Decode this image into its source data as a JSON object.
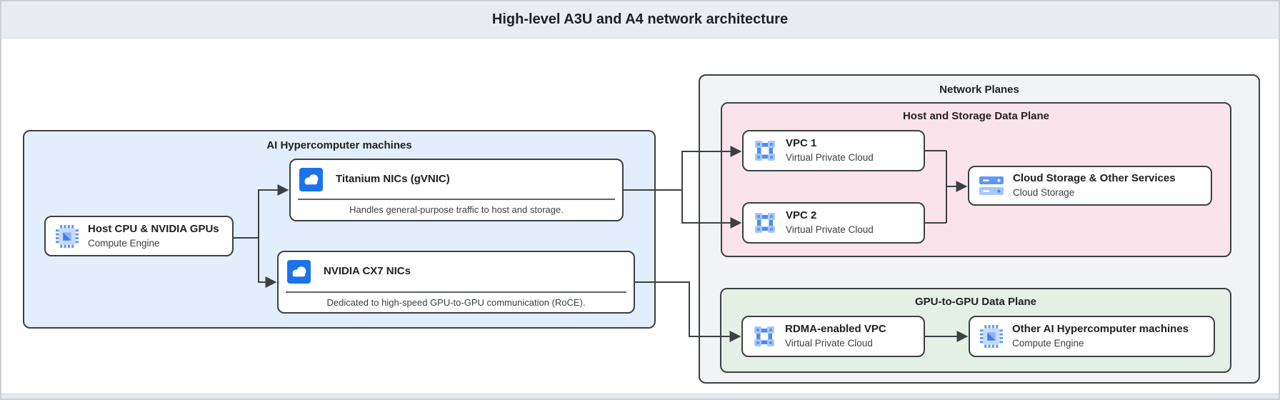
{
  "page": {
    "title": "High-level A3U and A4 network architecture"
  },
  "ai_machines": {
    "title": "AI Hypercomputer machines",
    "host": {
      "title": "Host CPU & NVIDIA GPUs",
      "subtitle": "Compute Engine"
    },
    "titanium_nic": {
      "title": "Titanium NICs (gVNIC)",
      "description": "Handles general-purpose traffic to host and storage."
    },
    "cx7_nic": {
      "title": "NVIDIA CX7 NICs",
      "description": "Dedicated to high-speed GPU-to-GPU communication (RoCE)."
    }
  },
  "network_planes": {
    "title": "Network Planes",
    "host_storage_plane": {
      "title": "Host and Storage Data Plane",
      "vpc1": {
        "title": "VPC 1",
        "subtitle": "Virtual Private Cloud"
      },
      "vpc2": {
        "title": "VPC 2",
        "subtitle": "Virtual Private Cloud"
      },
      "cloud_storage": {
        "title": "Cloud Storage & Other Services",
        "subtitle": "Cloud Storage"
      }
    },
    "gpu_plane": {
      "title": "GPU-to-GPU Data Plane",
      "rdma_vpc": {
        "title": "RDMA-enabled VPC",
        "subtitle": "Virtual Private Cloud"
      },
      "other_machines": {
        "title": "Other AI Hypercomputer machines",
        "subtitle": "Compute Engine"
      }
    }
  },
  "icons": {
    "host": "compute-engine-icon",
    "titanium_nic": "cloud-nic-icon",
    "cx7_nic": "cloud-nic-icon",
    "vpc1": "vpc-icon",
    "vpc2": "vpc-icon",
    "cloud_storage": "storage-icon",
    "rdma_vpc": "vpc-icon",
    "other_machines": "compute-engine-icon"
  },
  "colors": {
    "header_fill": "#e9edf1",
    "ai_machines_fill": "#e2eefb",
    "network_planes_fill": "#f2f3f4",
    "host_storage_plane_fill": "#fbe3eb",
    "gpu_plane_fill": "#e4f0e5",
    "node_border": "#3c4043",
    "connector_line": "#3c4043",
    "icon_blue": "#4285f4",
    "icon_medium_blue": "#5e97f6",
    "icon_light_blue": "#a8c7fa",
    "nic_icon_fill": "#1a73e8"
  }
}
